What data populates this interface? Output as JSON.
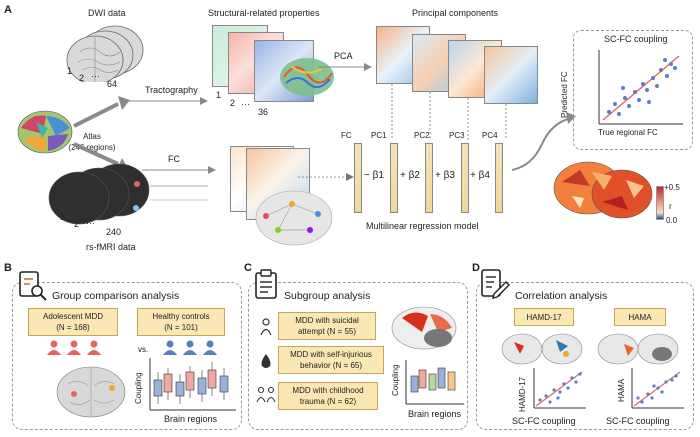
{
  "panel_a": {
    "letter": "A",
    "dwi_label": "DWI data",
    "dwi_idx1": "1",
    "dwi_idx2": "2",
    "dwi_dots": "···",
    "dwi_count": "64",
    "atlas_line1": "Atlas",
    "atlas_line2": "(246 regions)",
    "tractography_label": "Tractography",
    "struct_props_label": "Structural-related properties",
    "struct_idx1": "1",
    "struct_idx2": "2",
    "struct_dots": "···",
    "struct_count": "36",
    "pca_label": "PCA",
    "pc_title": "Principal components",
    "fc_label": "FC",
    "rs_idx1": "1",
    "rs_idx2": "2",
    "rs_dots": "···",
    "rs_count": "240",
    "rs_label": "rs-fMRI data",
    "reg_fc": "FC",
    "reg_pc1": "PC1",
    "reg_pc2": "PC2",
    "reg_pc3": "PC3",
    "reg_pc4": "PC4",
    "tilde_b1": "~ β1",
    "plus_b2": "+ β2",
    "plus_b3": "+ β3",
    "plus_b4": "+ β4",
    "regression_label": "Multilinear regression model",
    "coupling_title": "SC-FC coupling",
    "predicted_fc": "Predicted FC",
    "true_fc": "True regional FC",
    "cbar_max": "+0.5",
    "cbar_min": "0.0",
    "cbar_r": "r"
  },
  "panel_b": {
    "letter": "B",
    "title": "Group comparison analysis",
    "group1_line1": "Adolescent MDD",
    "group1_line2": "(N = 168)",
    "group2_line1": "Healthy controls",
    "group2_line2": "(N = 101)",
    "vs": "vs.",
    "ylabel": "Coupling",
    "xlabel": "Brain regions"
  },
  "panel_c": {
    "letter": "C",
    "title": "Subgroup analysis",
    "item1_line1": "MDD with suicidal",
    "item1_line2": "attempt (N = 55)",
    "item2_line1": "MDD with self-injurious",
    "item2_line2": "behavior (N = 65)",
    "item3_line1": "MDD with childhood",
    "item3_line2": "trauma (N = 62)",
    "ylabel": "Coupling",
    "xlabel": "Brain regions"
  },
  "panel_d": {
    "letter": "D",
    "title": "Correlation analysis",
    "scale1": "HAMD-17",
    "scale2": "HAMA",
    "ylabel1": "HAMD-17",
    "ylabel2": "HAMA",
    "xlabel1": "SC-FC coupling",
    "xlabel2": "SC-FC coupling"
  },
  "colors": {
    "box_fill": "#fbe7b3",
    "red_group": "#e2675f",
    "blue_group": "#5b7fc4",
    "heat_red": "#d7301f",
    "heat_blue": "#2c7bb6"
  }
}
